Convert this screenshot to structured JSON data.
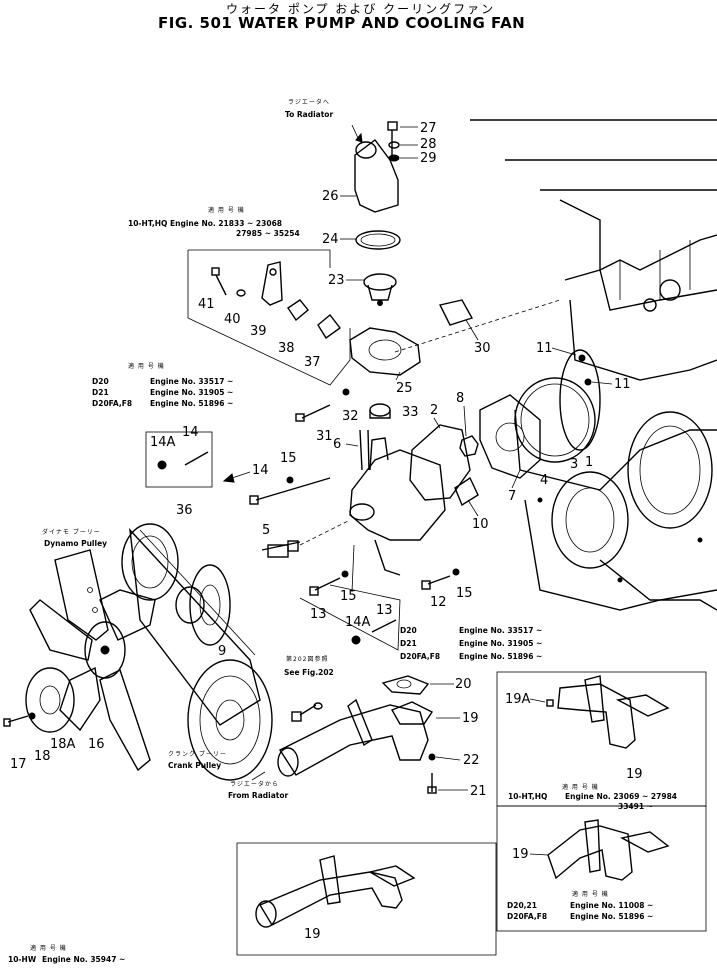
{
  "header": {
    "jp_title": "ウォータ ポンプ および クーリングファン",
    "title": "FIG. 501  WATER PUMP AND COOLING FAN"
  },
  "labels": {
    "to_radiator_jp": "ラジエータへ",
    "to_radiator": "To  Radiator",
    "dynamo_pulley_jp": "ダイナモ プーリー",
    "dynamo_pulley": "Dynamo  Pulley",
    "crank_pulley_jp": "クランク プーリー",
    "crank_pulley": "Crank  Pulley",
    "from_radiator_jp": "ラジエータから",
    "from_radiator": "From  Radiator",
    "see_fig_jp": "第202図参照",
    "see_fig": "See  Fig.202",
    "applicable_jp": "適 用 号 機"
  },
  "applicability": {
    "top": {
      "model": "10-HT,HQ",
      "line1": "Engine No. 21833 ~ 23068",
      "line2": "27985 ~ 35254"
    },
    "left": [
      {
        "model": "D20",
        "engine": "Engine No. 33517 ~"
      },
      {
        "model": "D21",
        "engine": "Engine No. 31905 ~"
      },
      {
        "model": "D20FA,F8",
        "engine": "Engine No. 51896 ~"
      }
    ],
    "center": [
      {
        "model": "D20",
        "engine": "Engine No. 33517 ~"
      },
      {
        "model": "D21",
        "engine": "Engine No. 31905 ~"
      },
      {
        "model": "D20FA,F8",
        "engine": "Engine No. 51896 ~"
      }
    ],
    "box_right_top": {
      "model": "10-HT,HQ",
      "line1": "Engine No. 23069 ~ 27984",
      "line2": "33491 ~"
    },
    "box_right_bottom": [
      {
        "model": "D20,21",
        "engine": "Engine No. 11008 ~"
      },
      {
        "model": "D20FA,F8",
        "engine": "Engine No. 51896 ~"
      }
    ],
    "box_bottom": {
      "model": "10-HW",
      "engine": "Engine No. 35947 ~"
    }
  },
  "parts": [
    "27",
    "28",
    "29",
    "26",
    "24",
    "23",
    "41",
    "40",
    "39",
    "38",
    "37",
    "25",
    "30",
    "11",
    "11",
    "33",
    "2",
    "8",
    "32",
    "31",
    "6",
    "14A",
    "14",
    "14",
    "15",
    "36",
    "5",
    "3",
    "4",
    "7",
    "10",
    "1",
    "15",
    "13",
    "13",
    "14A",
    "12",
    "15",
    "9",
    "16",
    "18A",
    "18",
    "17",
    "20",
    "19",
    "22",
    "21",
    "19A",
    "19",
    "19",
    "19"
  ]
}
